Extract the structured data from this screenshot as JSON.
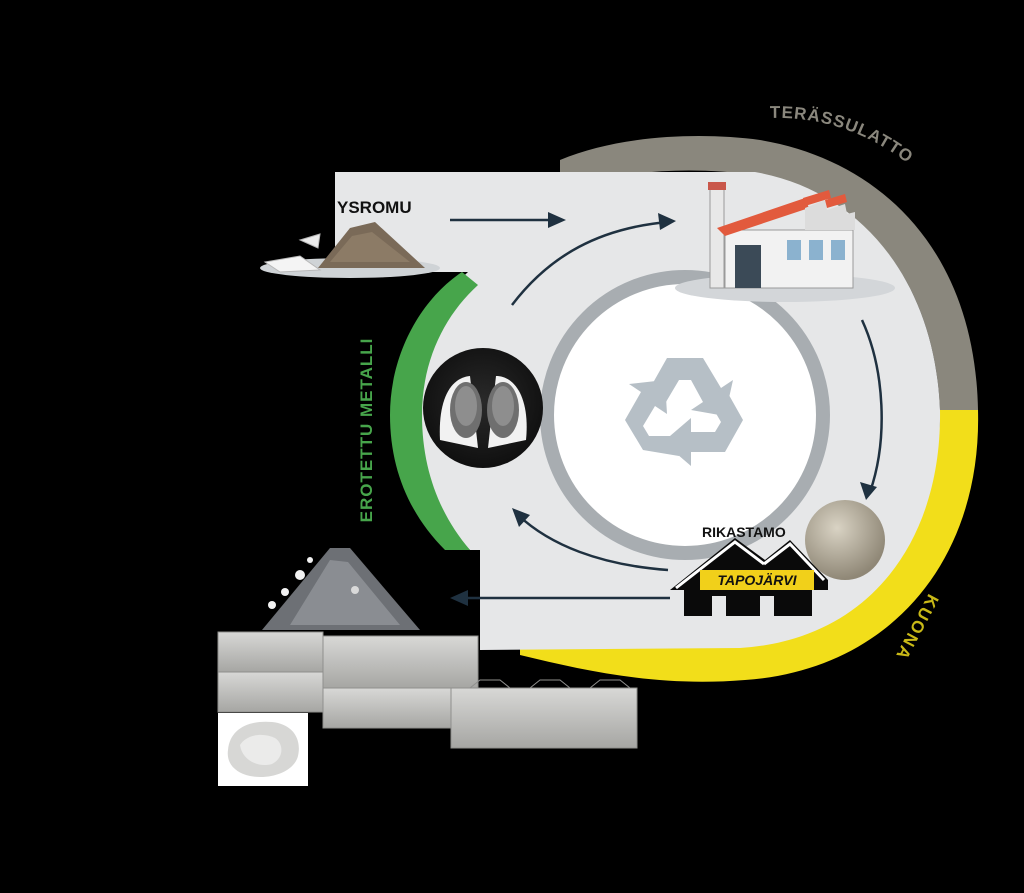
{
  "labels": {
    "scrap": "YSROMU",
    "steel_plant": "TERÄSSULATTO",
    "separated_metal": "EROTETTU METALLI",
    "processing_plant": "RIKASTAMO",
    "company": "TAPOJÄRVI",
    "slag": "KUONA"
  },
  "colors": {
    "background": "#000000",
    "panel": "#e6e7e8",
    "steel_arc": "#8a877d",
    "slag_arc": "#f2de1a",
    "metal_arc": "#47a54b",
    "inner_ring": "#a8adb1",
    "arrows": "#1f3140",
    "recycle_icon": "#b6bfc6"
  },
  "icons": {
    "center": "recycle-icon",
    "factory": "factory-icon",
    "processing": "processing-plant-icon",
    "scrap_pile": "scrap-pile-icon",
    "metal_hands": "metal-hands-icon",
    "slag_ball": "slag-ball-icon",
    "aggregate": "aggregate-pile-icon",
    "blocks": "concrete-blocks-icon",
    "rock": "rock-photo-icon"
  }
}
